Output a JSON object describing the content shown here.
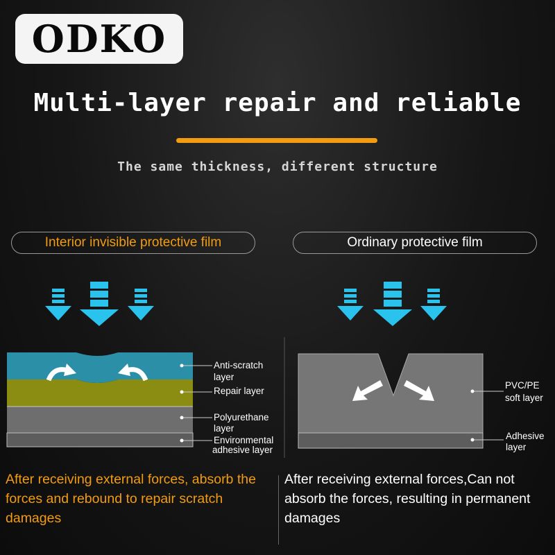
{
  "brand": {
    "logo_text": "ODKO"
  },
  "headline": "Multi-layer repair and reliable",
  "subheadline": "The same thickness, different structure",
  "colors": {
    "accent": "#f39c12",
    "anti_scratch": "#2c8fa8",
    "repair": "#8a8d12",
    "polyurethane": "#6e6e6e",
    "arrow": "#29c3ee"
  },
  "left_panel": {
    "title": "Interior invisible protective film",
    "layers": {
      "anti_scratch": [
        "Anti-scratch",
        "layer"
      ],
      "repair": "Repair layer",
      "polyurethane": [
        "Polyurethane",
        "layer"
      ],
      "adhesive": [
        "Environmental",
        "adhesive layer"
      ]
    },
    "caption": "After receiving external forces, absorb the forces and rebound to repair scratch damages"
  },
  "right_panel": {
    "title": "Ordinary protective film",
    "layers": {
      "pvc": [
        "PVC/PE",
        "soft layer"
      ],
      "adhesive": [
        "Adhesive",
        "layer"
      ]
    },
    "caption": "After receiving external forces,Can not absorb the forces, resulting in permanent damages"
  }
}
